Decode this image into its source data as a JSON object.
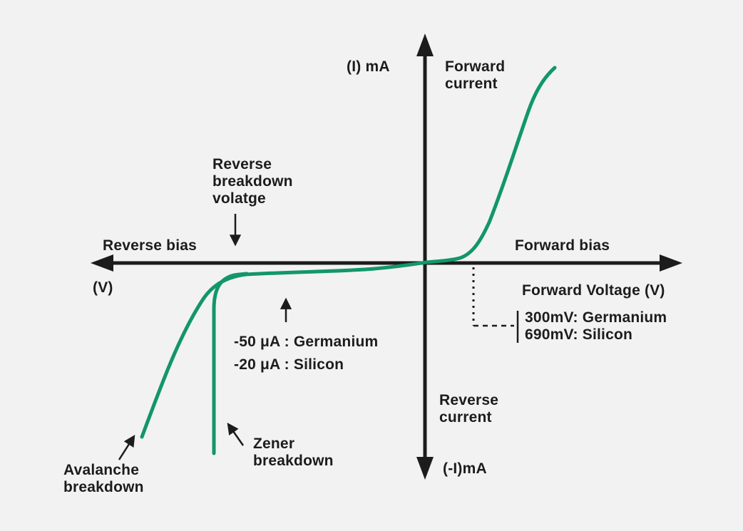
{
  "colors": {
    "background": "#f2f2f2",
    "ink": "#1c1c1c",
    "curve": "#12966b"
  },
  "axis_labels": {
    "current_axis": "(I) mA",
    "negative_current_axis": "(-I)mA",
    "voltage_axis": "(V)",
    "forward_current": "Forward\ncurrent",
    "reverse_current": "Reverse\ncurrent",
    "reverse_bias": "Reverse bias",
    "forward_bias": "Forward bias",
    "forward_voltage": "Forward Voltage (V)"
  },
  "annotations": {
    "reverse_breakdown_voltage": "Reverse\nbreakdown\nvolatge",
    "saturation_germanium": "-50 μA : Germanium",
    "saturation_silicon": "-20 μA : Silicon",
    "threshold_germanium": "300mV: Germanium",
    "threshold_silicon": "690mV: Silicon",
    "zener_breakdown": "Zener\nbreakdown",
    "avalanche_breakdown": "Avalanche\nbreakdown"
  }
}
